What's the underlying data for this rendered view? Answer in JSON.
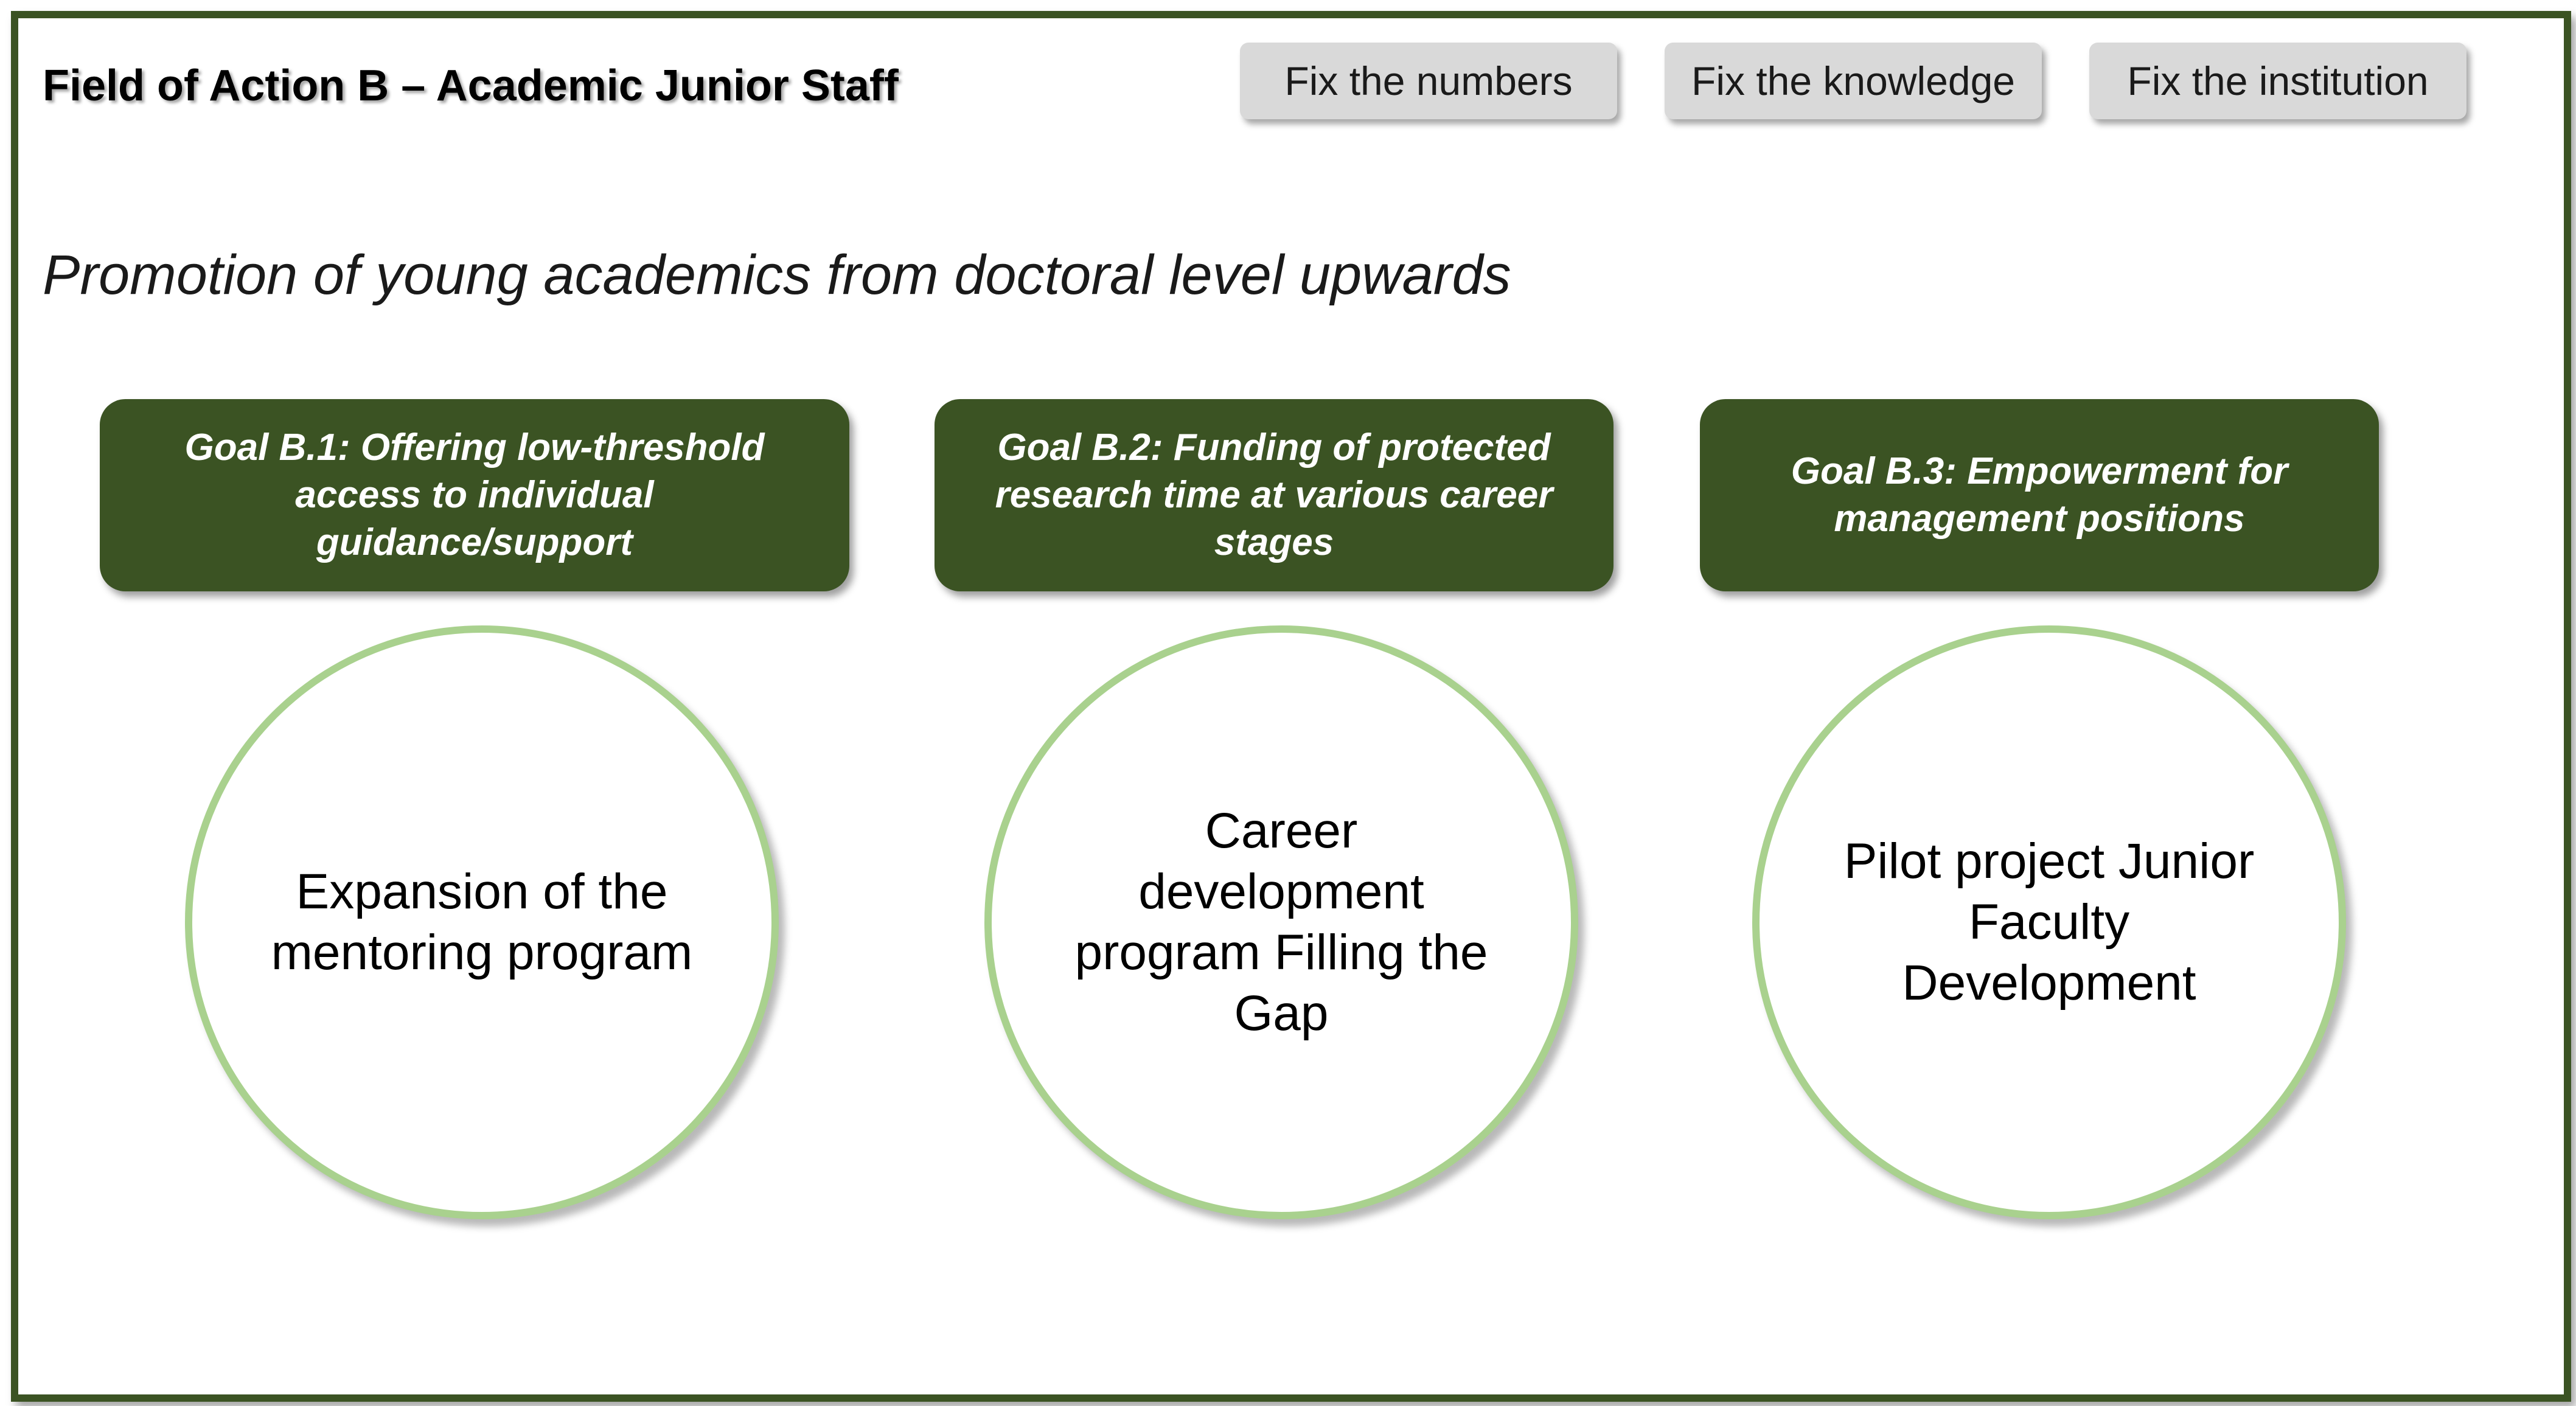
{
  "header": {
    "title": "Field of Action B – Academic Junior Staff",
    "buttons": [
      {
        "label": "Fix the numbers"
      },
      {
        "label": "Fix the knowledge"
      },
      {
        "label": "Fix the institution"
      }
    ]
  },
  "subtitle": "Promotion of young academics from doctoral level upwards",
  "goals": [
    {
      "label": "Goal B.1: Offering low-threshold access to individual guidance/support"
    },
    {
      "label": "Goal B.2: Funding of protected research time at various career stages"
    },
    {
      "label": "Goal B.3: Empowerment for management positions"
    }
  ],
  "programs": [
    {
      "label": "Expansion of the mentoring program"
    },
    {
      "label": "Career development program Filling the Gap"
    },
    {
      "label": "Pilot project Junior Faculty Development"
    }
  ],
  "colors": {
    "frame": "#3b5323",
    "goal_box": "#3b5323",
    "circle_border": "#a9d18e",
    "button_bg": "#d9d9d9"
  }
}
